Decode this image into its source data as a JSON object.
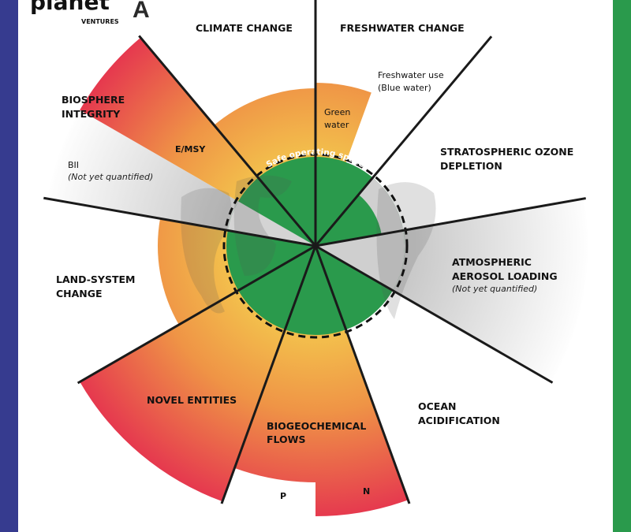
{
  "logo": {
    "word": "planet",
    "sub": "VENTURES",
    "mark": "A"
  },
  "colors": {
    "left_border": "#363b8f",
    "right_border": "#2a9a4c",
    "safe_zone": "#2a9a4c",
    "increasing_risk": "#f2b84a",
    "high_risk": "#e5354f",
    "not_quantified": "#c8c8c8"
  },
  "safe_label": "Safe operating space",
  "boundaries": [
    {
      "id": "climate",
      "lines": [
        "CLIMATE CHANGE"
      ],
      "status": "increasing-risk"
    },
    {
      "id": "freshwater",
      "lines": [
        "FRESHWATER CHANGE"
      ],
      "sub": [
        {
          "lines": [
            "Green",
            "water"
          ],
          "status": "increasing-risk"
        },
        {
          "lines": [
            "Freshwater use",
            "(Blue water)"
          ],
          "status": "safe"
        }
      ]
    },
    {
      "id": "ozone",
      "lines": [
        "STRATOSPHERIC OZONE",
        "DEPLETION"
      ],
      "status": "safe"
    },
    {
      "id": "aerosol",
      "lines": [
        "ATMOSPHERIC",
        "AEROSOL LOADING"
      ],
      "note": "(Not yet quantified)",
      "status": "not-quantified"
    },
    {
      "id": "ocean",
      "lines": [
        "OCEAN",
        "ACIDIFICATION"
      ],
      "status": "safe"
    },
    {
      "id": "biogeochemical",
      "lines": [
        "BIOGEOCHEMICAL",
        "FLOWS"
      ],
      "sub": [
        {
          "lines": [
            "N"
          ],
          "status": "high-risk"
        },
        {
          "lines": [
            "P"
          ],
          "status": "high-risk"
        }
      ]
    },
    {
      "id": "novel",
      "lines": [
        "NOVEL ENTITIES"
      ],
      "status": "high-risk"
    },
    {
      "id": "land",
      "lines": [
        "LAND-SYSTEM",
        "CHANGE"
      ],
      "status": "increasing-risk"
    },
    {
      "id": "biosphere",
      "lines": [
        "BIOSPHERE",
        "INTEGRITY"
      ],
      "sub": [
        {
          "lines": [
            "E/MSY"
          ],
          "status": "high-risk"
        },
        {
          "lines": [
            "BII"
          ],
          "note": "(Not yet quantified)",
          "status": "not-quantified"
        }
      ]
    }
  ]
}
